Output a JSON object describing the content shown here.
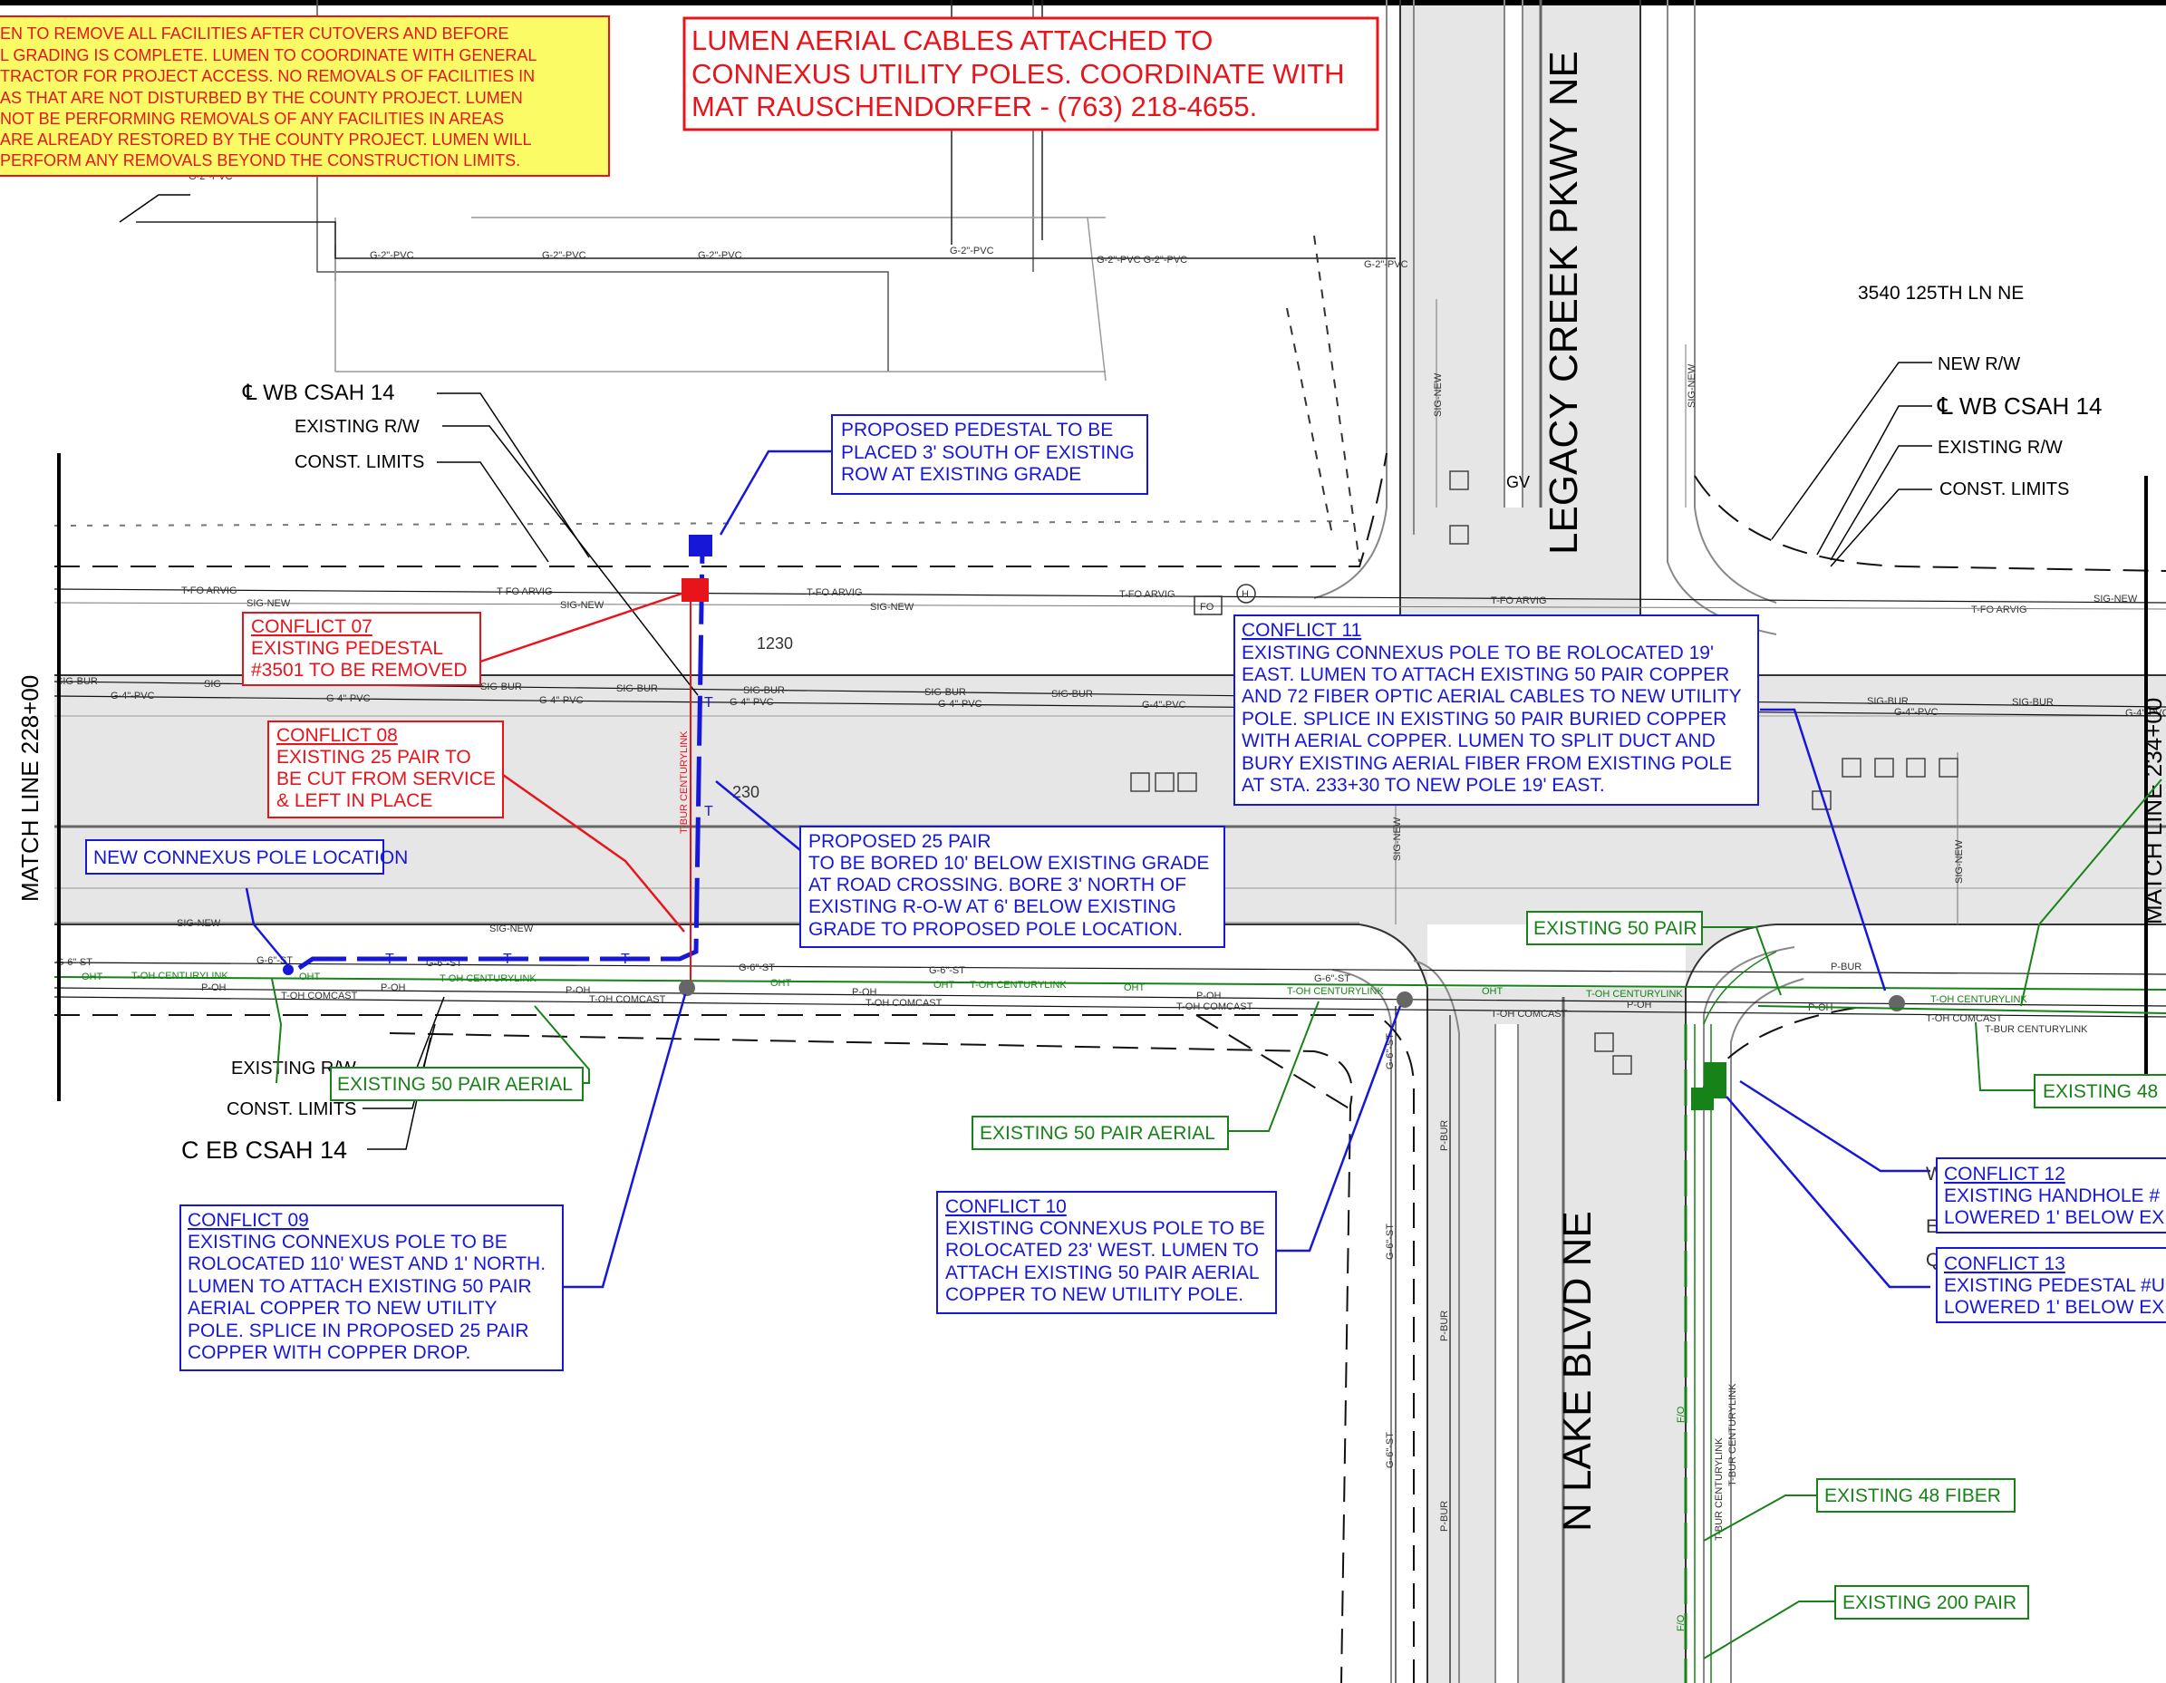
{
  "notes": {
    "yellow": [
      "EN TO REMOVE ALL FACILITIES AFTER CUTOVERS AND BEFORE",
      "L GRADING IS COMPLETE.  LUMEN TO COORDINATE WITH GENERAL",
      "TRACTOR FOR PROJECT ACCESS.  NO REMOVALS OF  FACILITIES IN",
      "AS THAT ARE NOT DISTURBED BY THE COUNTY PROJECT.  LUMEN",
      "NOT BE PERFORMING REMOVALS OF ANY FACILITIES IN AREAS",
      " ARE ALREADY RESTORED BY THE COUNTY PROJECT.  LUMEN WILL",
      "PERFORM ANY REMOVALS BEYOND THE CONSTRUCTION LIMITS."
    ],
    "red_box": [
      "LUMEN AERIAL CABLES ATTACHED TO",
      "CONNEXUS UTILITY POLES.  COORDINATE WITH",
      "MAT RAUSCHENDORFER - (763) 218-4655."
    ]
  },
  "streets": {
    "legacy": "LEGACY CREEK PKWY NE",
    "lake": "N LAKE BLVD NE",
    "address": "3540 125TH LN NE",
    "match_left": "MATCH LINE 228+00",
    "match_right": "MATCH LINE 234+00"
  },
  "left_labels": {
    "cl_wb": "℄ WB CSAH 14",
    "existing_rw": "EXISTING R/W",
    "const_limits": "CONST. LIMITS",
    "existing_rw_low": "EXISTING R/W",
    "const_limits_low": "CONST. LIMITS",
    "cl_eb": "C EB CSAH 14"
  },
  "right_labels": {
    "new_rw": "NEW R/W",
    "cl_wb": "℄ WB CSAH 14",
    "existing_rw": "EXISTING R/W",
    "const_limits": "CONST. LIMITS"
  },
  "callouts": {
    "pedestal": [
      "PROPOSED  PEDESTAL TO BE",
      "PLACED 3' SOUTH OF EXISTING",
      "ROW AT EXISTING GRADE"
    ],
    "c07": {
      "title": "CONFLICT 07",
      "lines": [
        "EXISTING PEDESTAL",
        "#3501 TO BE REMOVED"
      ]
    },
    "c08": {
      "title": "CONFLICT 08",
      "lines": [
        "EXISTING 25 PAIR TO",
        "BE CUT FROM SERVICE",
        "& LEFT IN PLACE"
      ]
    },
    "new_pole": "NEW CONNEXUS POLE LOCATION",
    "bore": [
      "PROPOSED  25 PAIR",
      "TO BE BORED 10' BELOW EXISTING GRADE",
      "AT ROAD CROSSING.  BORE 3' NORTH OF",
      "EXISTING R-O-W AT 6' BELOW EXISTING",
      "GRADE TO PROPOSED POLE LOCATION."
    ],
    "c09": {
      "title": "CONFLICT 09",
      "lines": [
        "EXISTING CONNEXUS POLE TO BE",
        "ROLOCATED 110' WEST AND 1' NORTH.",
        " LUMEN TO ATTACH EXISTING 50 PAIR",
        "AERIAL COPPER TO NEW UTILITY",
        "POLE. SPLICE IN PROPOSED 25 PAIR",
        "COPPER WITH COPPER DROP."
      ]
    },
    "c10": {
      "title": "CONFLICT 10",
      "lines": [
        "EXISTING CONNEXUS POLE TO BE",
        "ROLOCATED 23' WEST.  LUMEN TO",
        "ATTACH EXISTING 50 PAIR AERIAL",
        "COPPER TO NEW UTILITY POLE."
      ]
    },
    "c11": {
      "title": "CONFLICT 11",
      "lines": [
        "EXISTING CONNEXUS POLE TO BE ROLOCATED 19'",
        "EAST.  LUMEN TO ATTACH EXISTING 50 PAIR COPPER",
        "AND 72 FIBER OPTIC AERIAL CABLES TO NEW UTILITY",
        "POLE. SPLICE IN EXISTING 50 PAIR BURIED COPPER",
        "WITH AERIAL COPPER. LUMEN TO SPLIT DUCT AND",
        "BURY EXISTING AERIAL FIBER FROM EXISTING POLE",
        "AT STA. 233+30 TO NEW POLE 19' EAST."
      ]
    },
    "c12": {
      "title": "CONFLICT 12",
      "lines": [
        "EXISTING HANDHOLE #",
        "LOWERED 1' BELOW EX"
      ]
    },
    "c13": {
      "title": "CONFLICT 13",
      "lines": [
        "EXISTING PEDESTAL #U",
        "LOWERED 1' BELOW EX"
      ]
    },
    "ex50_left": "EXISTING 50 PAIR AERIAL",
    "ex50_mid": "EXISTING 50 PAIR AERIAL",
    "ex50_pair": "EXISTING 50 PAIR",
    "ex48_right": "EXISTING 48",
    "ex48_fiber": "EXISTING 48 FIBER",
    "ex200": "EXISTING 200 PAIR"
  },
  "line_labels": {
    "g2pvc": "G-2\"-PVC",
    "g2pvc_joined": "G-2\"-PVC G-2\"-PVC",
    "g4pvc": "G-4\"-PVC",
    "g6st": "G-6\"-ST",
    "tfo": "T-FO ARVIG",
    "signew": "SIG-NEW",
    "sigbur": "SIG-BUR",
    "sig": "SIG",
    "toh_cl": "T-OH CENTURYLINK",
    "toh_cc": "T-OH COMCAST",
    "poh": "P-OH",
    "pbur": "P-BUR",
    "oht": "OHT",
    "tbur_cl": "T-BUR CENTURYLINK",
    "fo": "FO",
    "gv": "GV",
    "n1230": "1230",
    "n230": "230",
    "centurylink": "CENTURYLINK",
    "fo_short": "F/O",
    "t": "T",
    "h": "H",
    "w": "W",
    "e": "E",
    "q": "Q"
  },
  "colors": {
    "red": "#e8141c",
    "blue": "#1717d8",
    "green": "#178217",
    "yellow_fill": "#fbfb66",
    "road_gray": "#e6e6e6"
  }
}
